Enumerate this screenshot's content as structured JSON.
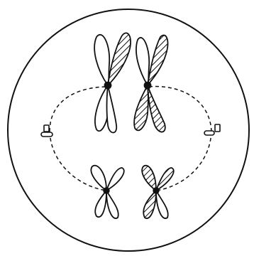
{
  "diagram": {
    "subject": "cell-division-metaphase",
    "elements": [
      "cell-membrane",
      "spindle-fibers",
      "centrioles",
      "homologous-chromosome-pair-large",
      "homologous-chromosome-pair-small"
    ],
    "colors": {
      "outline": "#111111",
      "background": "#ffffff",
      "hatch": "#111111"
    }
  }
}
